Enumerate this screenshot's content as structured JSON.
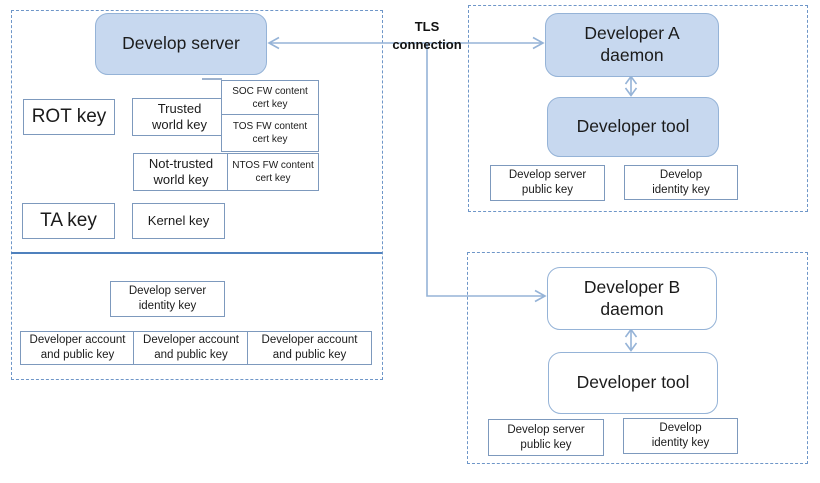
{
  "colors": {
    "accent_fill": "#c7d8ef",
    "accent_border": "#95b3d7",
    "key_box_border": "#7d99bd",
    "dashed_border": "#6e96c8",
    "divider_line": "#4f81bd",
    "arrow": "#95b3d7",
    "text": "#1b1b1b"
  },
  "server_panel": {
    "develop_server_label": "Develop server",
    "rot_key_label": "ROT key",
    "trusted_world_key": {
      "line1": "Trusted",
      "line2": "world key"
    },
    "soc_fw_cert_key": {
      "line1": "SOC FW content",
      "line2": "cert key"
    },
    "tos_fw_cert_key": {
      "line1": "TOS FW content",
      "line2": "cert key"
    },
    "not_trusted_world_key": {
      "line1": "Not-trusted",
      "line2": "world key"
    },
    "ntos_fw_cert_key": {
      "line1": "NTOS FW content",
      "line2": "cert key"
    },
    "ta_key_label": "TA key",
    "kernel_key_label": "Kernel key",
    "identity_key": {
      "line1": "Develop server",
      "line2": "identity key"
    },
    "accounts": [
      {
        "line1": "Developer account",
        "line2": "and public key"
      },
      {
        "line1": "Developer account",
        "line2": "and public key"
      },
      {
        "line1": "Developer account",
        "line2": "and public key"
      }
    ]
  },
  "connection": {
    "label_line1": "TLS",
    "label_line2": "connection"
  },
  "developer_a": {
    "daemon": {
      "line1": "Developer A",
      "line2": "daemon"
    },
    "tool_label": "Developer tool",
    "server_public_key": {
      "line1": "Develop server",
      "line2": "public key"
    },
    "identity_key": {
      "line1": "Develop",
      "line2": "identity key"
    }
  },
  "developer_b": {
    "daemon": {
      "line1": "Developer B",
      "line2": "daemon"
    },
    "tool_label": "Developer tool",
    "server_public_key": {
      "line1": "Develop server",
      "line2": "public key"
    },
    "identity_key": {
      "line1": "Develop",
      "line2": "identity key"
    }
  }
}
